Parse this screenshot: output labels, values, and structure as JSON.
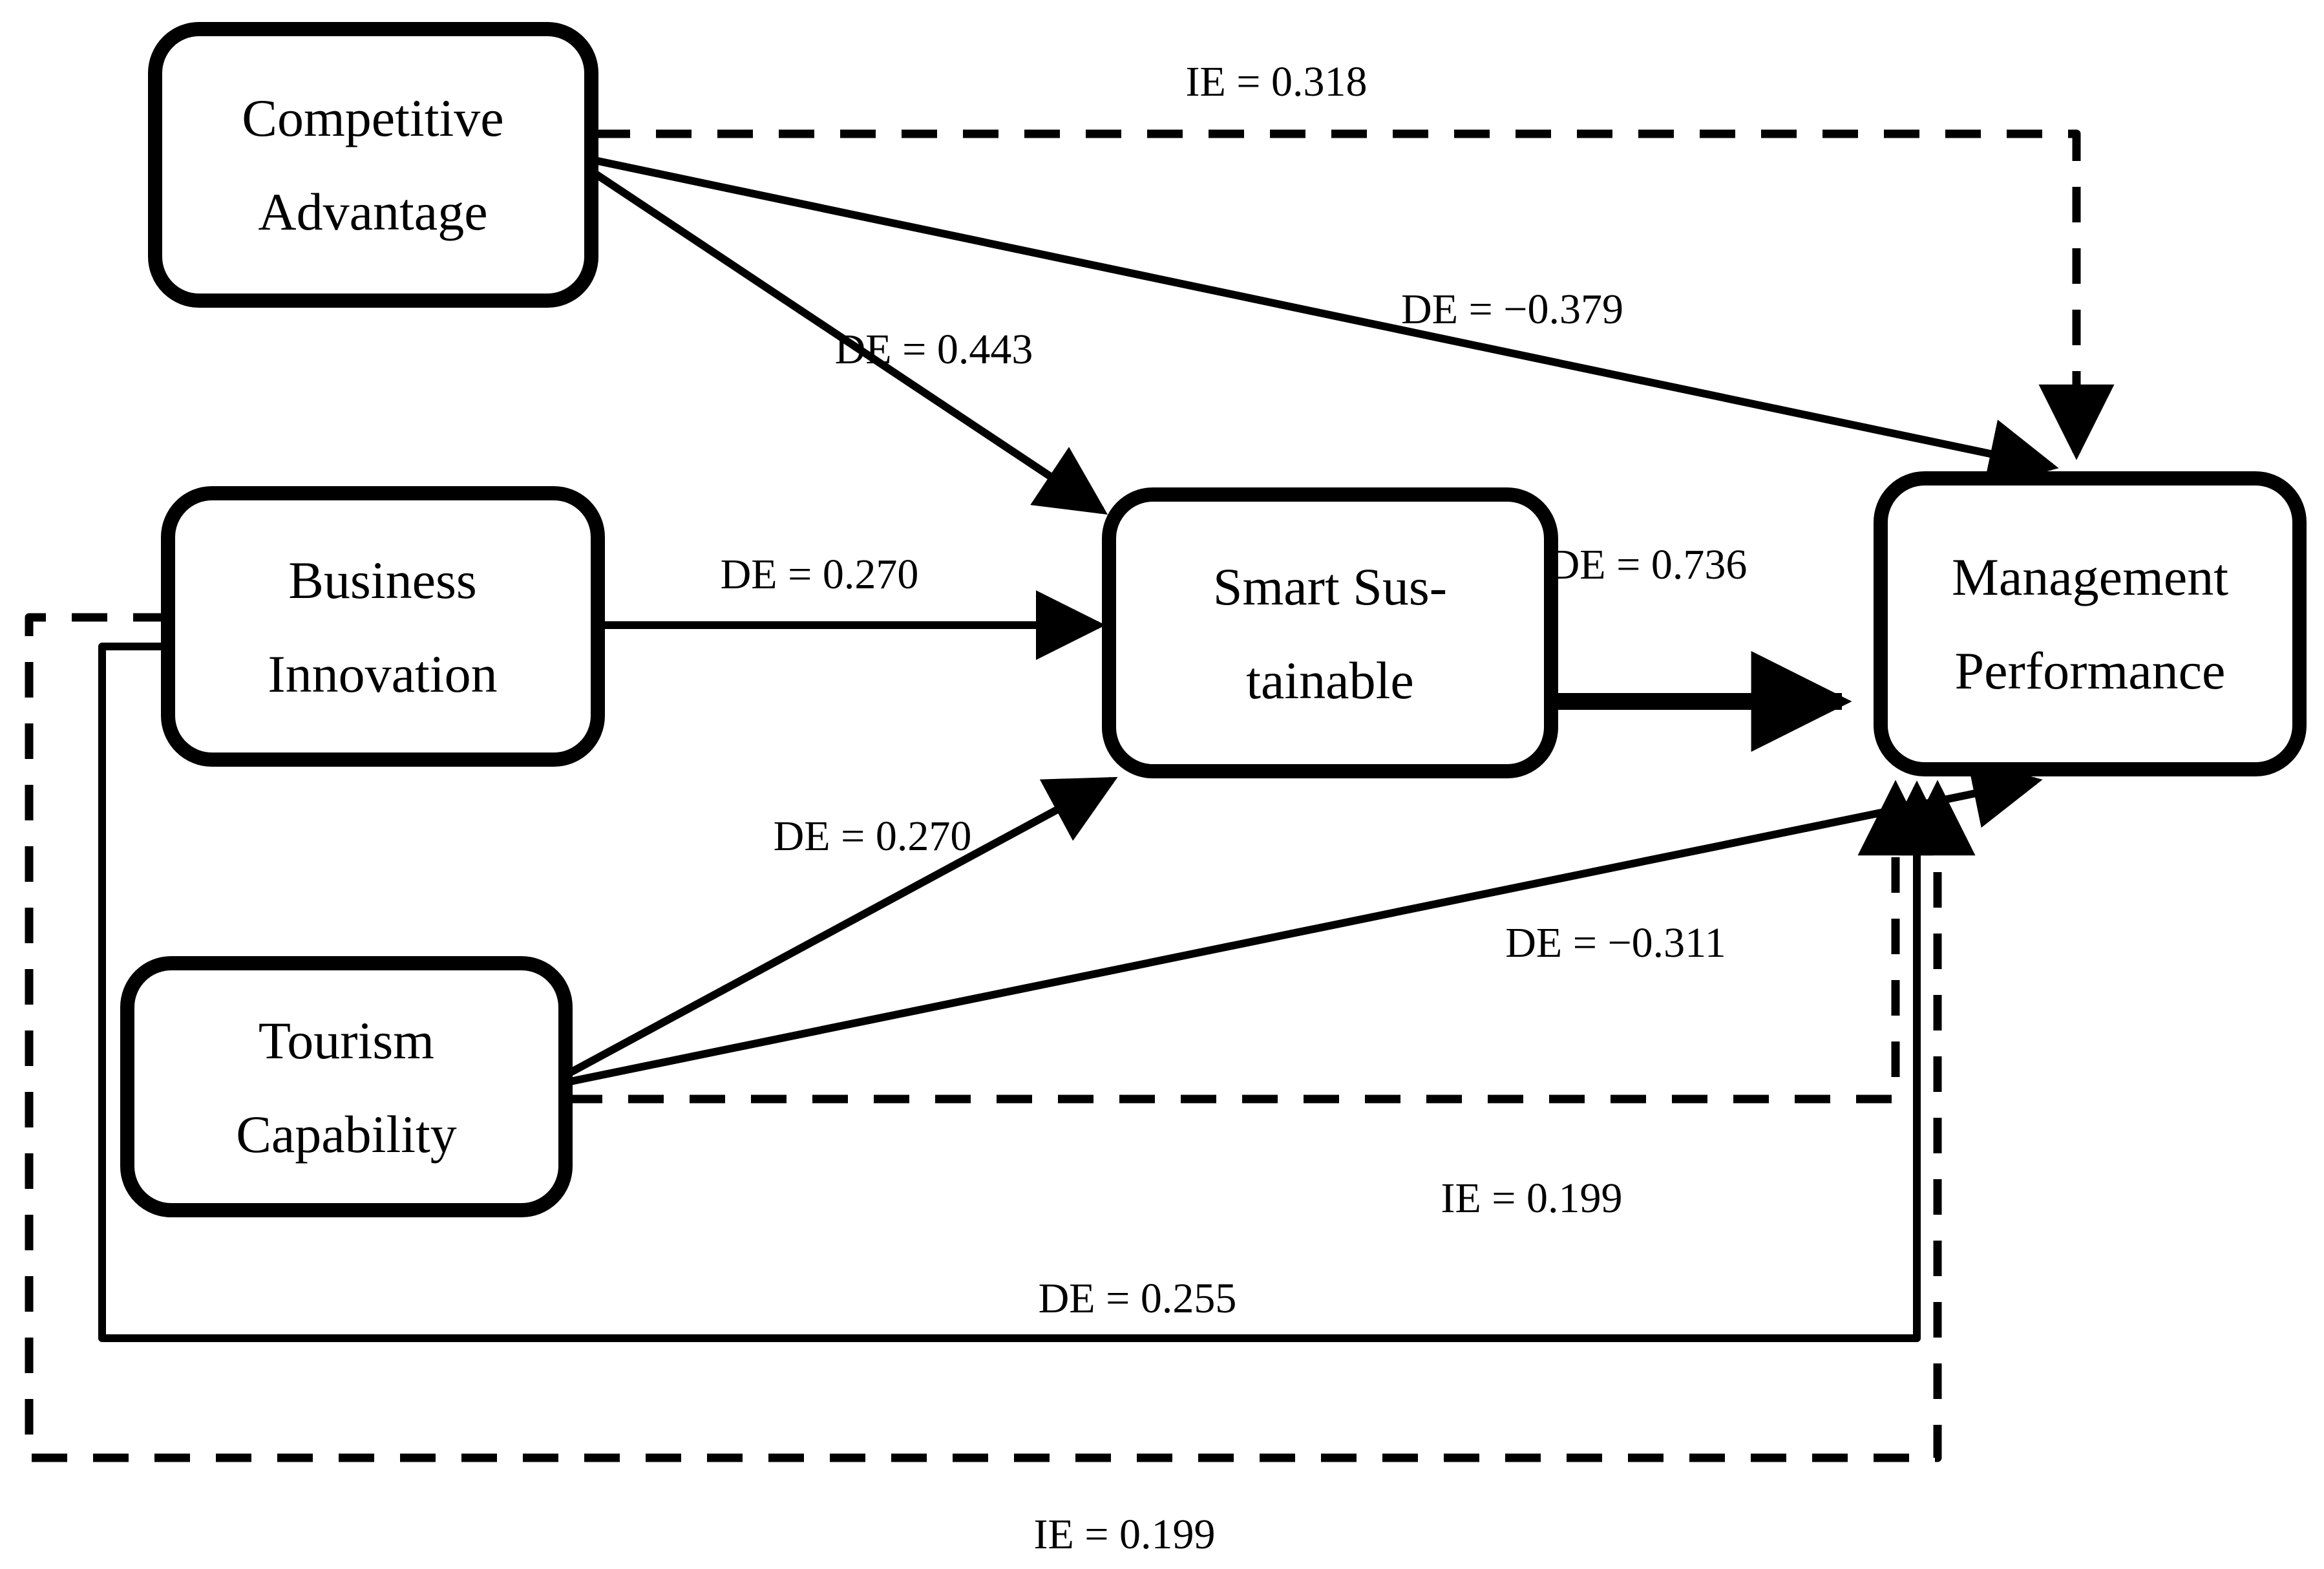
{
  "diagram": {
    "type": "path-model",
    "background_color": "#ffffff",
    "stroke_color": "#000000",
    "nodes": [
      {
        "id": "competitive-advantage",
        "line1": "Competitive",
        "line2": "Advantage"
      },
      {
        "id": "business-innovation",
        "line1": "Business",
        "line2": "Innovation"
      },
      {
        "id": "tourism-capability",
        "line1": "Tourism",
        "line2": "Capability"
      },
      {
        "id": "smart-sustainable",
        "line1": "Smart Sus-",
        "line2": "tainable"
      },
      {
        "id": "management-performance",
        "line1": "Management",
        "line2": "Performance"
      }
    ],
    "edges": [
      {
        "from": "competitive-advantage",
        "to": "smart-sustainable",
        "effect": "direct",
        "style": "solid",
        "label": "DE = 0.443"
      },
      {
        "from": "competitive-advantage",
        "to": "management-performance",
        "effect": "direct",
        "style": "solid",
        "label": "DE = −0.379"
      },
      {
        "from": "competitive-advantage",
        "to": "management-performance",
        "effect": "indirect",
        "style": "dashed",
        "label": "IE = 0.318"
      },
      {
        "from": "business-innovation",
        "to": "smart-sustainable",
        "effect": "direct",
        "style": "solid",
        "label": "DE = 0.270"
      },
      {
        "from": "tourism-capability",
        "to": "smart-sustainable",
        "effect": "direct",
        "style": "solid",
        "label": "DE = 0.270"
      },
      {
        "from": "smart-sustainable",
        "to": "management-performance",
        "effect": "direct",
        "style": "solid-thick",
        "label": "DE = 0.736"
      },
      {
        "from": "tourism-capability",
        "to": "management-performance",
        "effect": "direct",
        "style": "solid",
        "label": "DE = −0.311"
      },
      {
        "from": "tourism-capability",
        "to": "management-performance",
        "effect": "indirect",
        "style": "dashed",
        "label": "IE = 0.199"
      },
      {
        "from": "business-innovation",
        "to": "management-performance",
        "effect": "direct",
        "style": "solid",
        "label": "DE = 0.255"
      },
      {
        "from": "business-innovation",
        "to": "management-performance",
        "effect": "indirect",
        "style": "dashed",
        "label": "IE = 0.199"
      }
    ]
  }
}
